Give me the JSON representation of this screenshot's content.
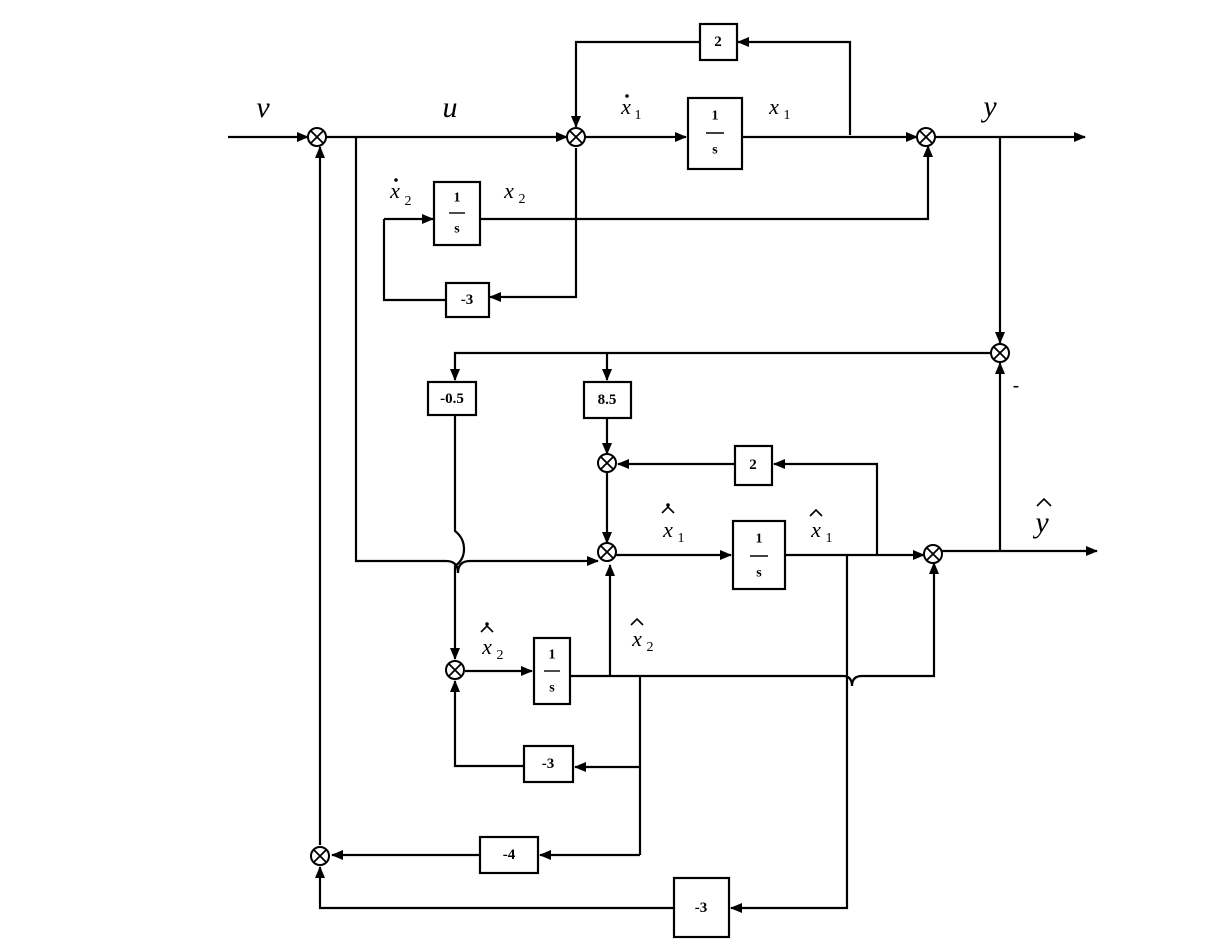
{
  "signals": {
    "v": "v",
    "u": "u",
    "x1dot": "x",
    "x1dot_sub": "1",
    "x1": "x",
    "x1_sub": "1",
    "x2dot": "x",
    "x2dot_sub": "2",
    "x2": "x",
    "x2_sub": "2",
    "y": "y",
    "x1hatdot": "x",
    "x1hatdot_sub": "1",
    "x1hat": "x",
    "x1hat_sub": "1",
    "x2hatdot": "x",
    "x2hatdot_sub": "2",
    "x2hat": "x",
    "x2hat_sub": "2",
    "yhat": "y",
    "minus_sign": "-"
  },
  "blocks": {
    "plant_fb_x1": "2",
    "plant_int1_num": "1",
    "plant_int1_den": "s",
    "plant_int2_num": "1",
    "plant_int2_den": "s",
    "plant_fb_x2": "-3",
    "obs_gain_l2": "-0.5",
    "obs_gain_l1": "8.5",
    "obs_fb_x1": "2",
    "obs_int1_num": "1",
    "obs_int1_den": "s",
    "obs_int2_num": "1",
    "obs_int2_den": "s",
    "obs_fb_x2": "-3",
    "state_fb_k2": "-4",
    "state_fb_k1": "-3"
  }
}
